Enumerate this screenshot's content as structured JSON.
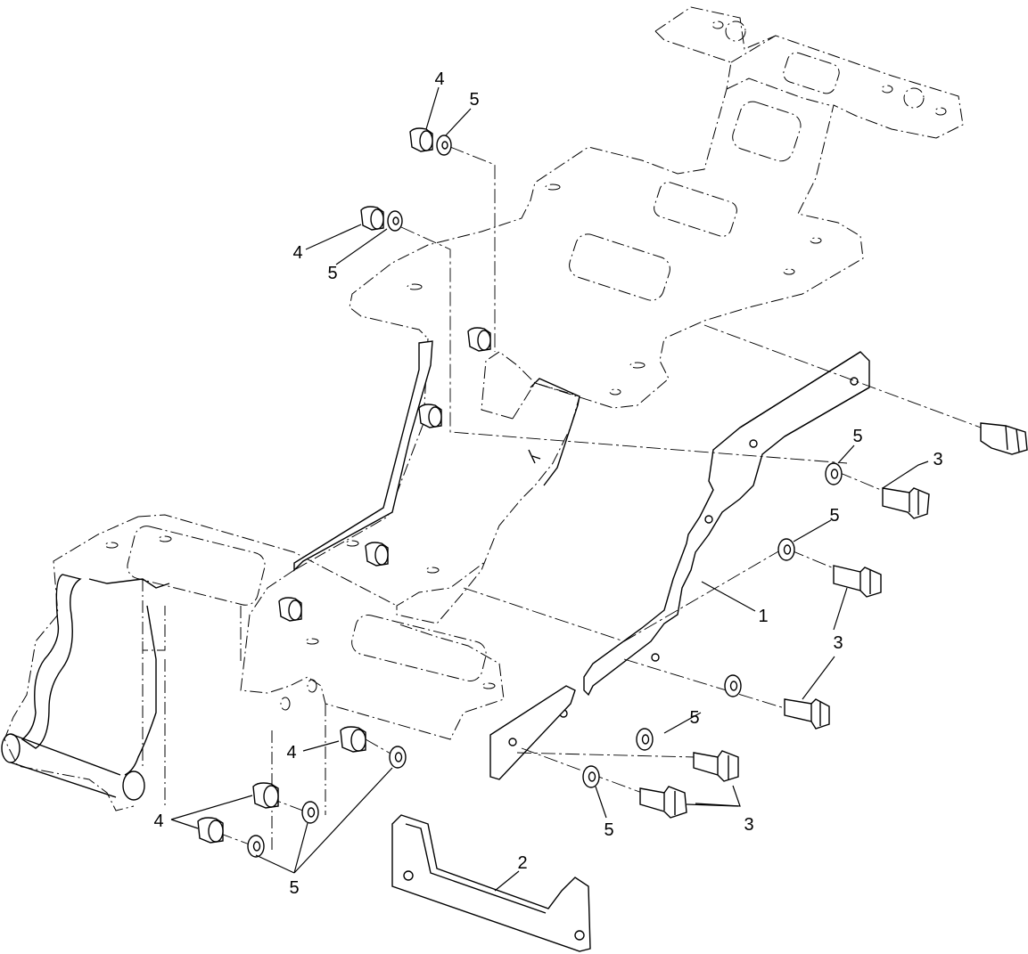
{
  "callouts": {
    "n1": "1",
    "n2": "2",
    "n3": "3",
    "n4": "4",
    "n5": "5"
  }
}
